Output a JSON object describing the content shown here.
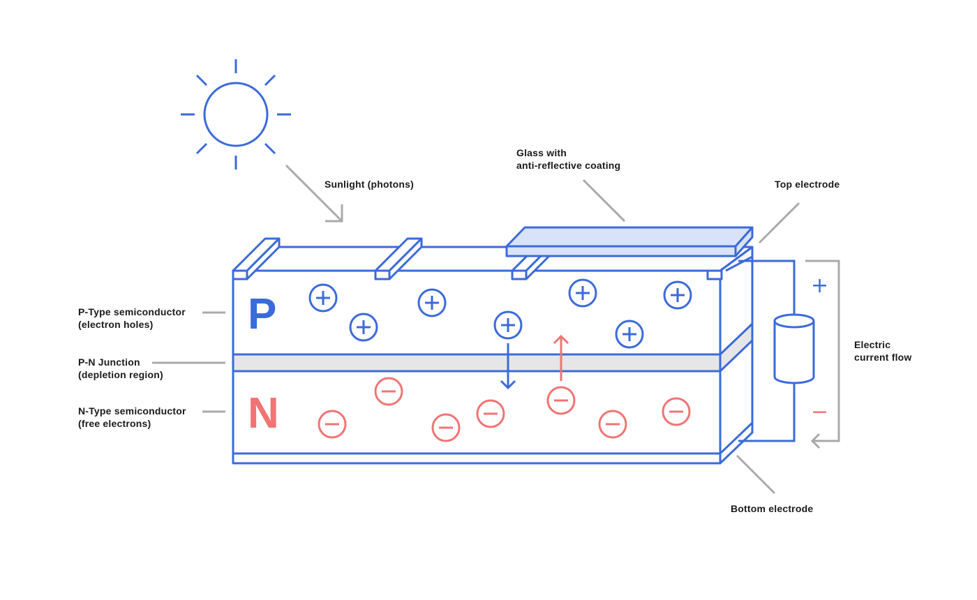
{
  "colors": {
    "blue": "#3b6ad9",
    "red": "#f07474",
    "gray": "#aaaaaa",
    "glass_fill": "#d8e2f8",
    "junction_fill": "#e6e6e6",
    "text": "#1a1a1a"
  },
  "icons": [
    "sun-icon",
    "photon-arrow-icon",
    "hole-plus-icon",
    "electron-minus-icon",
    "load-cylinder-icon"
  ],
  "labels": {
    "sunlight": "Sunlight (photons)",
    "glass": [
      "Glass with",
      "anti-reflective coating"
    ],
    "top_electrode": "Top electrode",
    "p_type": [
      "P-Type semiconductor",
      "(electron holes)"
    ],
    "pn_junction": [
      "P-N Junction",
      "(depletion region)"
    ],
    "n_type": [
      "N-Type semiconductor",
      "(free electrons)"
    ],
    "current": [
      "Electric",
      "current flow"
    ],
    "bottom_electrode": "Bottom electrode"
  },
  "layers": {
    "p_letter": "P",
    "n_letter": "N"
  },
  "terminals": {
    "plus": "+",
    "minus": "−"
  }
}
